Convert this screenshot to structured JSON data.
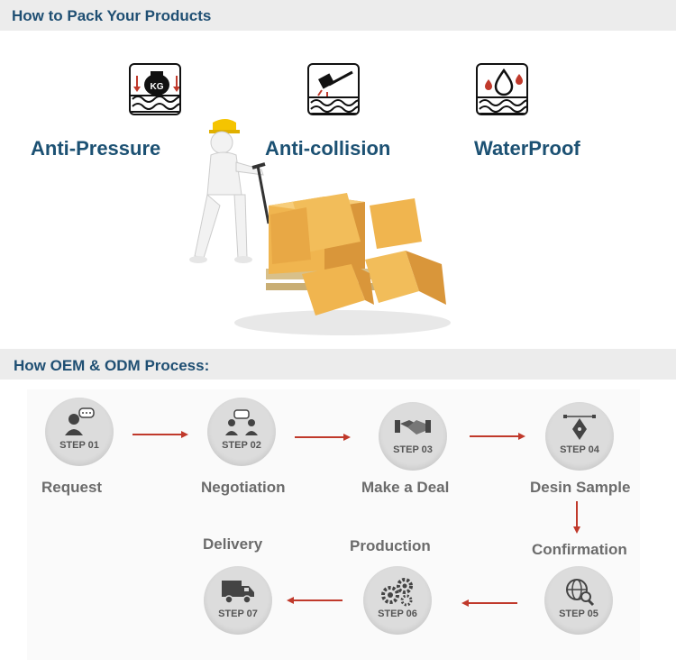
{
  "sections": {
    "packing_title": "How to Pack Your Products",
    "process_title": "How OEM & ODM Process:"
  },
  "features": [
    {
      "label": "Anti-Pressure",
      "icon": "weight-kg-icon",
      "icon_text": "KG"
    },
    {
      "label": "Anti-collision",
      "icon": "hammer-icon"
    },
    {
      "label": "WaterProof",
      "icon": "water-drops-icon"
    }
  ],
  "steps": [
    {
      "step": "STEP 01",
      "label": "Request",
      "icon": "user-chat-icon"
    },
    {
      "step": "STEP 02",
      "label": "Negotiation",
      "icon": "people-discussion-icon"
    },
    {
      "step": "STEP 03",
      "label": "Make a Deal",
      "icon": "handshake-icon"
    },
    {
      "step": "STEP 04",
      "label": "Desin Sample",
      "icon": "pen-tool-icon"
    },
    {
      "step": "STEP 05",
      "label": "Confirmation",
      "icon": "globe-search-icon"
    },
    {
      "step": "STEP 06",
      "label": "Production",
      "icon": "gears-icon"
    },
    {
      "step": "STEP 07",
      "label": "Delivery",
      "icon": "truck-icon"
    }
  ],
  "colors": {
    "title": "#1f4f73",
    "feature_label": "#1c5173",
    "arrow": "#c0392b",
    "step_circle": "#dcdcdc",
    "step_label": "#6b6b6b",
    "box": "#f0b54f"
  }
}
